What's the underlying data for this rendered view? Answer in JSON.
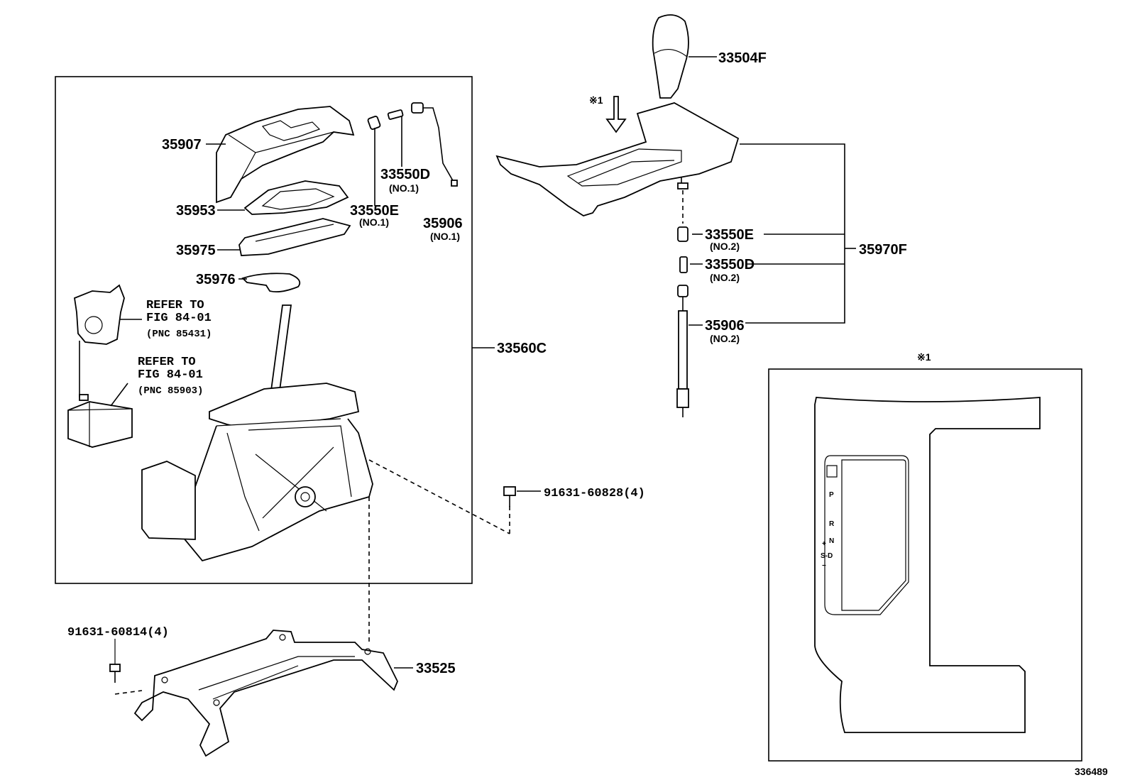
{
  "parts": {
    "p35907": "35907",
    "p35953": "35953",
    "p35975": "35975",
    "p35976": "35976",
    "p33550d_1": "33550D",
    "p33550d_1_sub": "(NO.1)",
    "p33550e_1": "33550E",
    "p33550e_1_sub": "(NO.1)",
    "p35906_1": "35906",
    "p35906_1_sub": "(NO.1)",
    "p33560c": "33560C",
    "p33504f": "33504F",
    "p33550e_2": "33550E",
    "p33550e_2_sub": "(NO.2)",
    "p33550d_2": "33550D",
    "p33550d_2_sub": "(NO.2)",
    "p35906_2": "35906",
    "p35906_2_sub": "(NO.2)",
    "p35970f": "35970F",
    "p91631_60828": "91631-60828(4)",
    "p91631_60814": "91631-60814(4)",
    "p33525": "33525"
  },
  "refs": {
    "ref1_line1": "REFER TO",
    "ref1_line2": "FIG 84-01",
    "ref1_line3": "(PNC 85431)",
    "ref2_line1": "REFER TO",
    "ref2_line2": "FIG 84-01",
    "ref2_line3": "(PNC 85903)"
  },
  "marks": {
    "note_arrow": "※1",
    "note_box": "※1"
  },
  "indicator": {
    "p": "P",
    "r": "R",
    "n": "N",
    "plus": "+",
    "sd": "S-D",
    "minus": "−"
  },
  "figure_id": "336489"
}
